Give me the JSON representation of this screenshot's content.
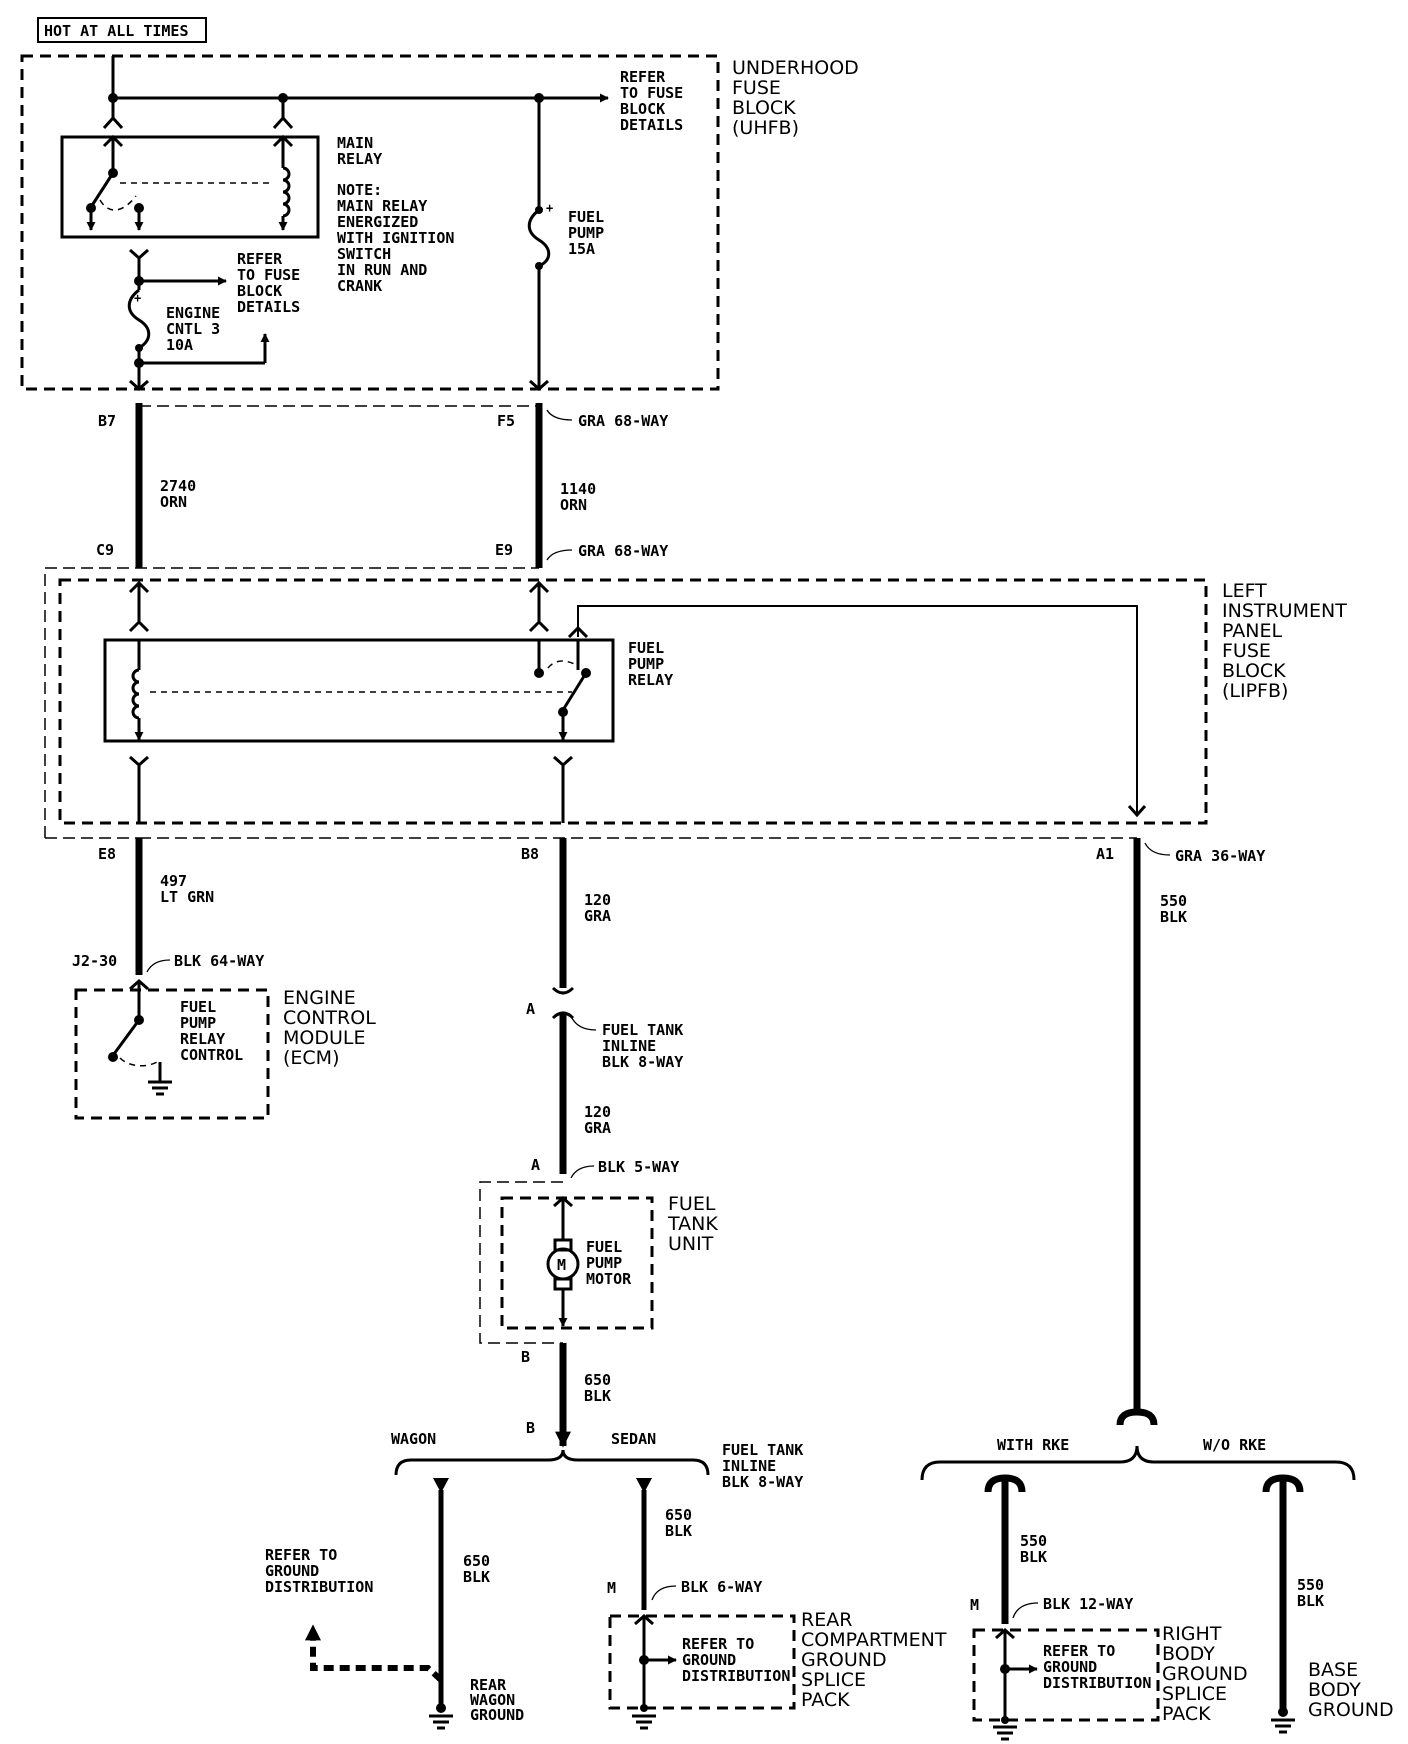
{
  "header": {
    "hot_at_all_times": "HOT AT ALL TIMES"
  },
  "uhfb": {
    "title": [
      "UNDERHOOD",
      "FUSE",
      "BLOCK",
      "(UHFB)"
    ],
    "refer_top": [
      "REFER",
      "TO FUSE",
      "BLOCK",
      "DETAILS"
    ],
    "main_relay": [
      "MAIN",
      "RELAY"
    ],
    "note": [
      "NOTE:",
      "MAIN RELAY",
      "ENERGIZED",
      "WITH IGNITION",
      "SWITCH",
      "IN RUN AND",
      "CRANK"
    ],
    "refer_mid": [
      "REFER",
      "TO FUSE",
      "BLOCK",
      "DETAILS"
    ],
    "engine_fuse": [
      "ENGINE",
      "CNTL 3",
      "10A"
    ],
    "fuel_fuse": [
      "FUEL",
      "PUMP",
      "15A"
    ]
  },
  "circuits": {
    "b7": "B7",
    "f5": "F5",
    "conn_upper": "GRA 68-WAY",
    "w2740": [
      "2740",
      "ORN"
    ],
    "w1140": [
      "1140",
      "ORN"
    ],
    "c9": "C9",
    "e9": "E9",
    "conn_mid": "GRA 68-WAY"
  },
  "lipfb": {
    "title": [
      "LEFT",
      "INSTRUMENT",
      "PANEL",
      "FUSE",
      "BLOCK",
      "(LIPFB)"
    ],
    "relay": [
      "FUEL",
      "PUMP",
      "RELAY"
    ],
    "e8": "E8",
    "b8": "B8",
    "a1": "A1",
    "conn": "GRA 36-WAY"
  },
  "ecm": {
    "wire": [
      "497",
      "LT GRN"
    ],
    "pin": "J2-30",
    "conn": "BLK 64-WAY",
    "inner": [
      "FUEL",
      "PUMP",
      "RELAY",
      "CONTROL"
    ],
    "title": [
      "ENGINE",
      "CONTROL",
      "MODULE",
      "(ECM)"
    ]
  },
  "fuel_path": {
    "w120a": [
      "120",
      "GRA"
    ],
    "a_upper": "A",
    "inline": [
      "FUEL TANK",
      "INLINE",
      "BLK 8-WAY"
    ],
    "w120b": [
      "120",
      "GRA"
    ],
    "a_lower": "A",
    "conn5": "BLK 5-WAY",
    "tank_title": [
      "FUEL",
      "TANK",
      "UNIT"
    ],
    "motor": [
      "FUEL",
      "PUMP",
      "MOTOR"
    ],
    "motor_symbol": "M",
    "b_upper": "B",
    "w650": [
      "650",
      "BLK"
    ],
    "b_lower": "B"
  },
  "rear": {
    "wagon": "WAGON",
    "sedan": "SEDAN",
    "inline": [
      "FUEL TANK",
      "INLINE",
      "BLK 8-WAY"
    ],
    "w650_sedan": [
      "650",
      "BLK"
    ],
    "m": "M",
    "conn6": "BLK 6-WAY",
    "refer_ground": [
      "REFER TO",
      "GROUND",
      "DISTRIBUTION"
    ],
    "w650_wagon": [
      "650",
      "BLK"
    ],
    "wagon_ground": [
      "REAR",
      "WAGON",
      "GROUND"
    ],
    "splice_inner": [
      "REFER  TO",
      "GROUND",
      "DISTRIBUTION"
    ],
    "splice_title": [
      "REAR",
      "COMPARTMENT",
      "GROUND",
      "SPLICE",
      "PACK"
    ]
  },
  "right": {
    "w550": [
      "550",
      "BLK"
    ],
    "with_rke": "WITH RKE",
    "wo_rke": "W/O RKE",
    "w550_a": [
      "550",
      "BLK"
    ],
    "m": "M",
    "conn12": "BLK 12-WAY",
    "splice_inner": [
      "REFER  TO",
      "GROUND",
      "DISTRIBUTION"
    ],
    "splice_title": [
      "RIGHT",
      "BODY",
      "GROUND",
      "SPLICE",
      "PACK"
    ],
    "w550_b": [
      "550",
      "BLK"
    ],
    "base_ground": [
      "BASE",
      "BODY",
      "GROUND"
    ]
  }
}
